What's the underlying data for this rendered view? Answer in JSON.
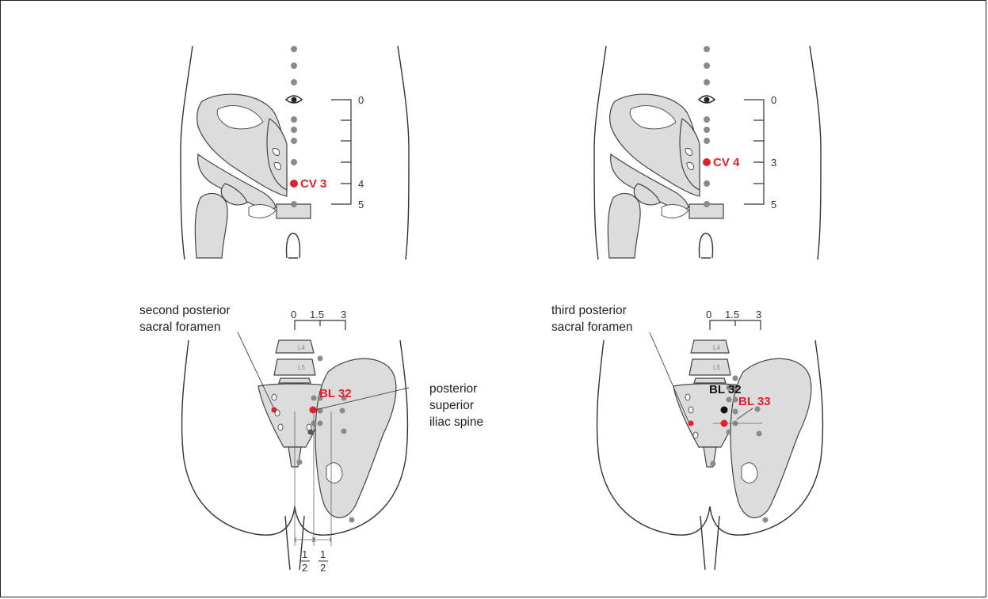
{
  "panels": {
    "cv3": {
      "point_label": "CV 3",
      "scale_ticks": [
        "0",
        "4",
        "5"
      ]
    },
    "cv4": {
      "point_label": "CV 4",
      "scale_ticks": [
        "0",
        "3",
        "5"
      ]
    },
    "bl32": {
      "point_label": "BL 32",
      "note_line1": "second posterior",
      "note_line2": "sacral foramen",
      "landmark_line1": "posterior",
      "landmark_line2": "superior",
      "landmark_line3": "iliac spine",
      "scale_ticks": [
        "0",
        "1.5",
        "3"
      ],
      "vertebra_labels": [
        "L4",
        "L5"
      ],
      "fraction_num": "1",
      "fraction_den": "2"
    },
    "bl33": {
      "point_label": "BL 33",
      "reference_label": "BL 32",
      "note_line1": "third posterior",
      "note_line2": "sacral foramen",
      "scale_ticks": [
        "0",
        "1.5",
        "3"
      ],
      "vertebra_labels": [
        "L4",
        "L5"
      ]
    }
  },
  "colors": {
    "point": "#e1202e",
    "bone": "#dcdcdc",
    "marker": "#8a8a8a"
  }
}
